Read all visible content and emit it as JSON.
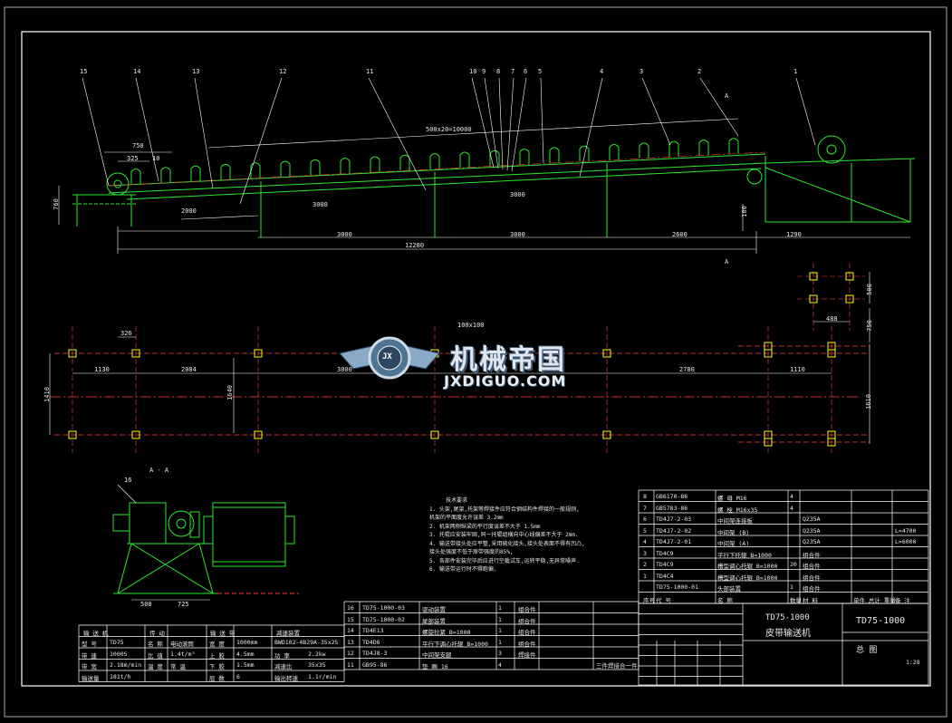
{
  "part_numbers": [
    "15",
    "14",
    "13",
    "12",
    "11",
    "10",
    "9",
    "8",
    "7",
    "6",
    "5",
    "4",
    "3",
    "2",
    "1"
  ],
  "top_dims": {
    "spacing": "500x20=10000",
    "d750": "750",
    "d325": "325",
    "d10": "10",
    "d2000": "2000",
    "d3000a": "3000",
    "d3000b": "3000",
    "d760": "760",
    "d100": "100",
    "base1": "3000",
    "base2": "3000",
    "base3": "2600",
    "base4": "1290",
    "total": "12280",
    "section_a": "A"
  },
  "plan_dims": {
    "d326": "326",
    "d1130": "1130",
    "d2084": "2084",
    "d3000": "3000",
    "d2780": "2780",
    "d1110": "1110",
    "d1410": "1410",
    "d1640": "1640",
    "d1610": "1610",
    "d100x100": "100x100",
    "d500": "500",
    "d750": "750",
    "d488": "488"
  },
  "section_view": {
    "title": "A - A",
    "label16": "16",
    "d500": "500",
    "d725": "725"
  },
  "watermark": {
    "cn": "机械帝国",
    "en": "JXDIGUO.COM",
    "logo": "JX"
  },
  "notes": {
    "title": "技术要求",
    "lines": [
      "1. 头架,尾架,托架等焊接件应符合钢结构件焊接的一般规则,",
      "   机架的平面度允许误差 3.2mm",
      "2. 机架两侧纵梁的平行度误差不大于 1.5mm",
      "3. 托辊应安装牢固,同一托辊组横向中心线偏差不大于 2mm.",
      "4. 输送带接头处应平整,采用硫化接头,接头处表面不得有凹凸,",
      "   接头处强度不低于原带强度的85%,",
      "5. 各部件安装完毕后应进行空载试车,运转平稳,无异常噪声.",
      "6. 输送带运行时不得跑偏."
    ]
  },
  "bom": {
    "rows": [
      [
        "8",
        "GB6170-86",
        "螺 母 M16",
        "4",
        "",
        "",
        ""
      ],
      [
        "7",
        "GB5783-86",
        "螺 栓 M16x35",
        "4",
        "",
        "",
        ""
      ],
      [
        "6",
        "TD4J7-2-03",
        "中间架连接板",
        "",
        "Q235A",
        "",
        ""
      ],
      [
        "5",
        "TD4J7-2-02",
        "中间架 (B)",
        "",
        "Q235A",
        "",
        "L=4700"
      ],
      [
        "4",
        "TD4J7-2-01",
        "中间架 (A)",
        "",
        "Q235A",
        "",
        "L=6000"
      ],
      [
        "3",
        "TD4C9",
        "平行下托辊 B=1000",
        "",
        "组合件",
        "",
        ""
      ],
      [
        "2",
        "TD4C9",
        "槽型调心托辊 B=1000",
        "20",
        "组合件",
        "",
        ""
      ],
      [
        "1",
        "TD4C4",
        "槽型调心托辊 B=1000",
        "",
        "组合件",
        "",
        ""
      ],
      [
        "",
        "TD75-1000-01",
        "头部装置",
        "1",
        "组合件",
        "",
        ""
      ]
    ],
    "header": [
      "序号",
      "代 号",
      "名 称",
      "数量",
      "材 料",
      "单件 总计 重量",
      "备 注"
    ],
    "left_rows": [
      [
        "16",
        "TD75-1000-03",
        "驱动装置",
        "1",
        "组合件"
      ],
      [
        "15",
        "TD75-1000-02",
        "尾部装置",
        "1",
        "组合件"
      ],
      [
        "14",
        "TD4E13",
        "螺旋拉紧 B=1000",
        "1",
        "组合件"
      ],
      [
        "13",
        "TD4D6",
        "平行下调心托辊 B=1000",
        "1",
        "组合件"
      ],
      [
        "12",
        "TD4J8-3",
        "中间架支腿",
        "3",
        "焊接件"
      ],
      [
        "11",
        "GB95-86",
        "垫 圈 16",
        "4",
        ""
      ]
    ]
  },
  "spec_table": {
    "headers": [
      "输 送 机",
      "传 动",
      "输 送 带",
      "减速装置"
    ],
    "rows": [
      [
        "型 号",
        "TD75",
        "名 称",
        "电动滚筒",
        "宽 度",
        "1000mm",
        "BWD102-4B29A-35x25"
      ],
      [
        "带 速",
        "1000S",
        "比 值",
        "1.4t/m³",
        "上 胶",
        "4.5mm",
        "功 率",
        "2.2kw"
      ],
      [
        "带 宽",
        "2.18m/min",
        "温 度",
        "常 温",
        "下 胶",
        "1.5mm",
        "减速比",
        "35x35"
      ],
      [
        "输送量",
        "181t/h",
        "",
        "",
        "层 数",
        "6",
        "输出转速",
        "1.1r/min"
      ]
    ]
  },
  "title_block": {
    "code1": "TD75-1000",
    "name": "皮带输送机",
    "code2": "TD75-1000",
    "sheet": "总 图",
    "scale": "1:28",
    "note_left": "三件焊接合一件"
  },
  "colors": {
    "background": "#000000",
    "frame": "#ffffff",
    "machine": "#2ee62e",
    "centerline": "#ff3b3b",
    "node": "#ffff00",
    "dimension": "#ffffff",
    "leader": "#ffffff",
    "table": "#ffffff",
    "blue": "#4f8cff"
  }
}
